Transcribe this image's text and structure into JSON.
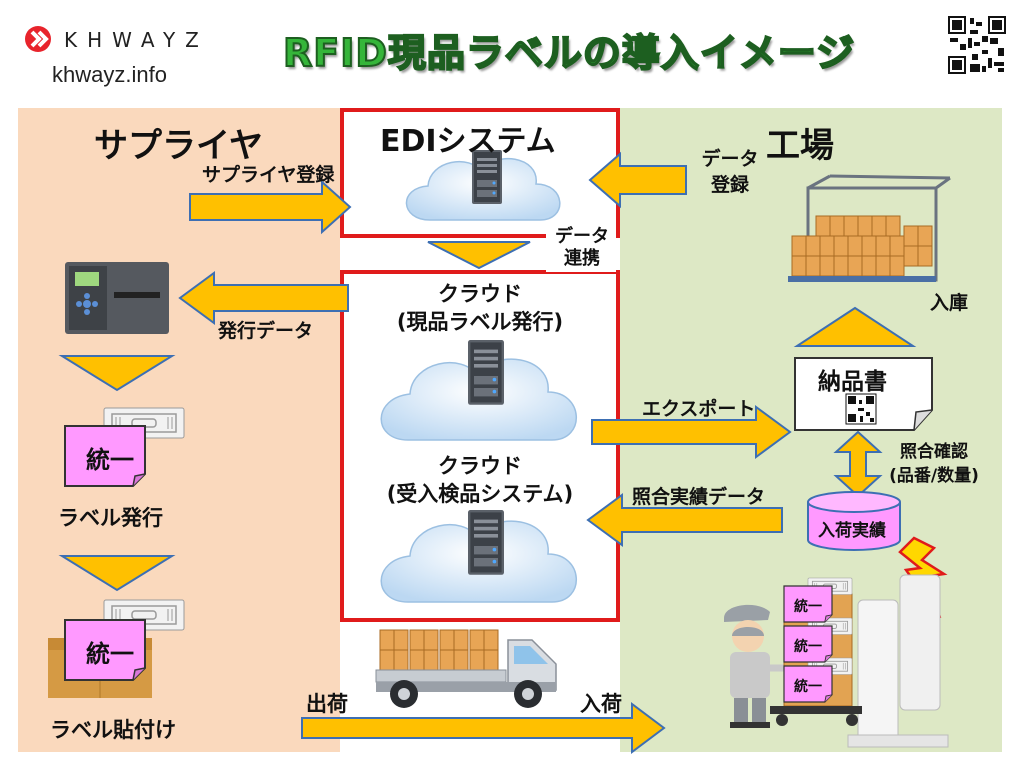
{
  "header": {
    "brand_name": "KHWAYZ",
    "brand_url": "khwayz.info",
    "title": "RFID現品ラベルの導入イメージ",
    "qr_icon": "qr-code-icon"
  },
  "colors": {
    "supplier_bg": "#fad9bd",
    "factory_bg": "#dde8c5",
    "arrow_fill": "#ffc000",
    "arrow_stroke": "#3d6fb3",
    "box_border": "#e01b1b",
    "label_fill": "#ff99ff",
    "title_green": "#35b53a"
  },
  "supplier": {
    "heading": "サプライヤ",
    "register_label": "サプライヤ登録",
    "issue_data_label": "発行データ",
    "label_text_1": "統一",
    "label_issue_caption": "ラベル発行",
    "label_text_2": "統一",
    "label_attach_caption": "ラベル貼付け",
    "ship_label": "出荷"
  },
  "edi": {
    "title": "EDIシステム",
    "link_label_line1": "データ",
    "link_label_line2": "連携"
  },
  "cloud": {
    "issue_title_line1": "クラウド",
    "issue_title_line2": "(現品ラベル発行)",
    "inspect_title_line1": "クラウド",
    "inspect_title_line2": "(受入検品システム)"
  },
  "factory": {
    "heading": "工場",
    "data_reg_line1": "データ",
    "data_reg_line2": "登録",
    "stock_in_label": "入庫",
    "delivery_note_title": "納品書",
    "export_label": "エクスポート",
    "match_check_line1": "照合確認",
    "match_check_line2": "(品番/数量)",
    "match_result_label": "照合実績データ",
    "receipt_record_label": "入荷実績",
    "arrival_label": "入荷",
    "worker_label_1": "統一",
    "worker_label_2": "統一",
    "worker_label_3": "統一"
  },
  "icons": [
    "server-icon",
    "cloud-icon",
    "printer-icon",
    "pallet-icon",
    "truck-icon",
    "worker-icon",
    "rfid-gate-icon",
    "lightning-icon",
    "rfid-tag-icon",
    "box-icon"
  ]
}
